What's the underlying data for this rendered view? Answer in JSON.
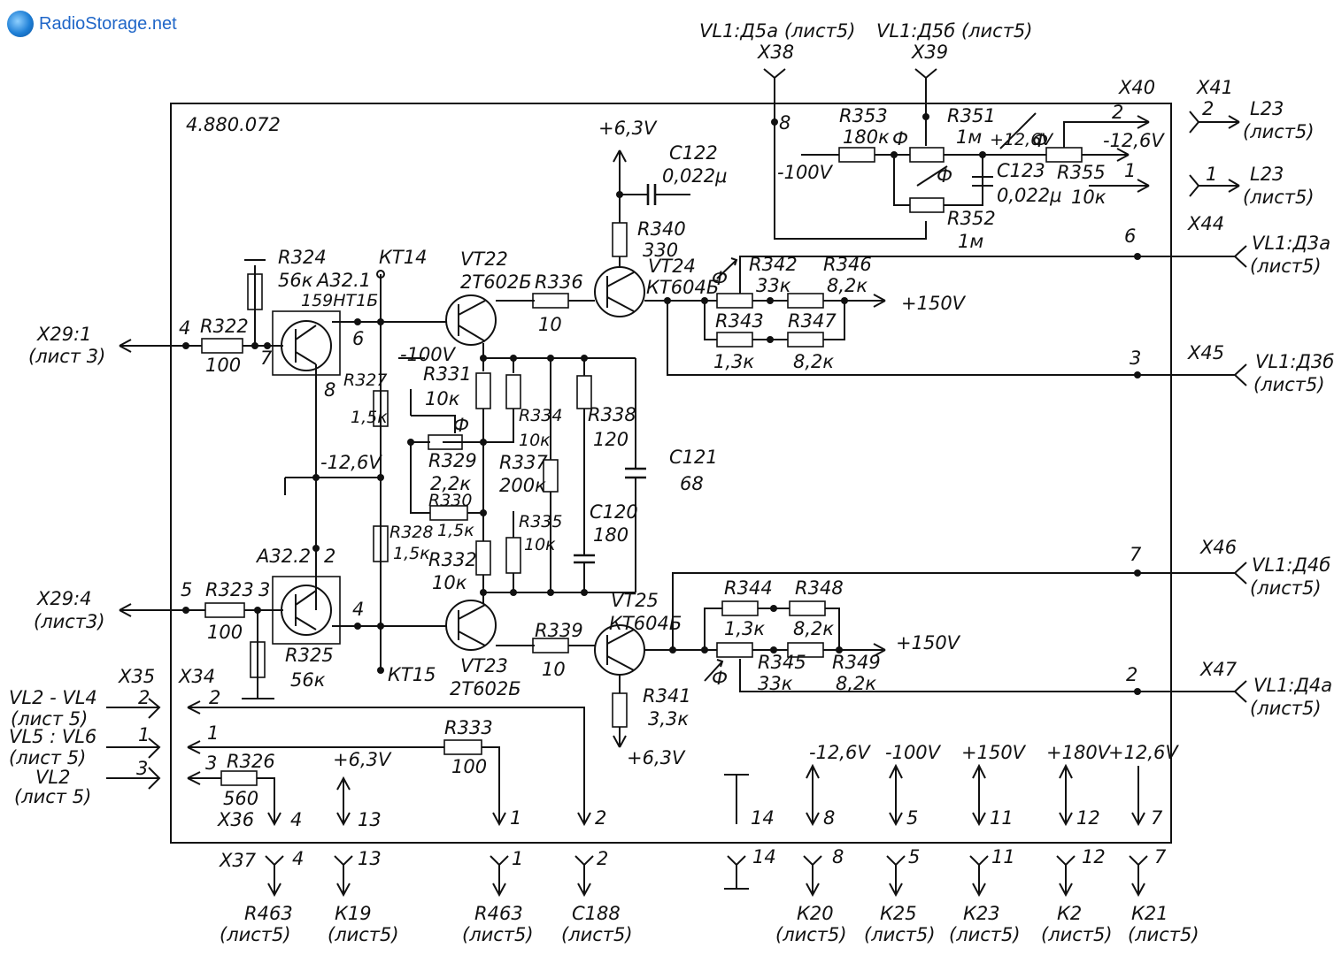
{
  "watermark": {
    "text": "RadioStorage.net"
  },
  "board_id": "4.880.072",
  "components": {
    "r324": [
      "R324",
      "56к"
    ],
    "a321": [
      "A32.1",
      "159НТ1Б"
    ],
    "r322": [
      "R322",
      "100"
    ],
    "r323": [
      "R323",
      "100"
    ],
    "r325": [
      "R325",
      "56к"
    ],
    "a322": "A32.2",
    "r327": [
      "R327",
      "1,5к"
    ],
    "r328": [
      "R328",
      "1,5к"
    ],
    "r329": [
      "R329",
      "2,2к"
    ],
    "r330": [
      "R330",
      "1,5к"
    ],
    "r331": [
      "R331",
      "10к"
    ],
    "r332": [
      "R332",
      "10к"
    ],
    "r334": [
      "R334",
      "10к"
    ],
    "r335": [
      "R335",
      "10к"
    ],
    "r336": [
      "R336",
      "10"
    ],
    "r337": [
      "R337",
      "200к"
    ],
    "r338": [
      "R338",
      "120"
    ],
    "r339": [
      "R339",
      "10"
    ],
    "r340": [
      "R340",
      "330"
    ],
    "r341": [
      "R341",
      "3,3к"
    ],
    "r342": [
      "R342",
      "33к"
    ],
    "r343": [
      "R343",
      "1,3к"
    ],
    "r344": [
      "R344",
      "1,3к"
    ],
    "r345": [
      "R345",
      "33к"
    ],
    "r346": [
      "R346",
      "8,2к"
    ],
    "r347": [
      "R347",
      "8,2к"
    ],
    "r348": [
      "R348",
      "8,2к"
    ],
    "r349": [
      "R349",
      "8,2к"
    ],
    "r351": [
      "R351",
      "1м"
    ],
    "r352": [
      "R352",
      "1м"
    ],
    "r353": [
      "R353",
      "180к"
    ],
    "r355": [
      "R355",
      "10к"
    ],
    "r326": [
      "R326",
      "560"
    ],
    "r333": [
      "R333",
      "100"
    ],
    "c120": [
      "C120",
      "180"
    ],
    "c121": [
      "C121",
      "68"
    ],
    "c122": [
      "C122",
      "0,022μ"
    ],
    "c123": [
      "C123",
      "0,022μ"
    ],
    "vt22": [
      "VT22",
      "2Т602Б"
    ],
    "vt23": [
      "VT23",
      "2Т602Б"
    ],
    "vt24": [
      "VT24",
      "КТ604Б"
    ],
    "vt25": [
      "VT25",
      "КТ604Б"
    ],
    "kt14": "КТ14",
    "kt15": "КТ15"
  },
  "voltages": {
    "p6v3": "+6,3V",
    "m100": "-100V",
    "m12v6": "-12,6V",
    "p12v6": "+12,6V",
    "p150": "+150V",
    "p180": "+180V",
    "sym_phi": "Ф"
  },
  "connectors": {
    "x29_1": [
      "X29:1",
      "(лист 3)"
    ],
    "x29_4": [
      "X29:4",
      "(лист3)"
    ],
    "x34": "X34",
    "x35": "X35",
    "x36": "X36",
    "x37": "X37",
    "x38": "X38",
    "x39": "X39",
    "x40": "X40",
    "x41": "X41",
    "x44": "X44",
    "x45": "X45",
    "x46": "X46",
    "x47": "X47",
    "top_refs": [
      "VL1:Д5а (лист5)",
      "VL1:Д5б (лист5)"
    ],
    "right_refs": [
      [
        "VL1:Д3а",
        "(лист5)"
      ],
      [
        "VL1:Д3б",
        "(лист5)"
      ],
      [
        "VL1:Д4б",
        "(лист5)"
      ],
      [
        "VL1:Д4а",
        "(лист5)"
      ]
    ],
    "l23": [
      "L23",
      "(лист5)"
    ],
    "left_refs": [
      [
        "VL2 - VL4",
        "(лист 5)"
      ],
      [
        "VL5 : VL6",
        "(лист 5)"
      ],
      [
        "VL2",
        "(лист 5)"
      ]
    ],
    "bottom_refs": [
      [
        "R463",
        "(лист5)"
      ],
      [
        "К19",
        "(лист5)"
      ],
      [
        "R463",
        "(лист5)"
      ],
      [
        "С188",
        "(лист5)"
      ],
      [
        "К20",
        "(лист5)"
      ],
      [
        "К25",
        "(лист5)"
      ],
      [
        "К23",
        "(лист5)"
      ],
      [
        "К2",
        "(лист5)"
      ],
      [
        "К21",
        "(лист5)"
      ]
    ]
  },
  "pins": {
    "p1": "1",
    "p2": "2",
    "p3": "3",
    "p4": "4",
    "p5": "5",
    "p6": "6",
    "p7": "7",
    "p8": "8",
    "p11": "11",
    "p12": "12",
    "p13": "13",
    "p14": "14"
  }
}
